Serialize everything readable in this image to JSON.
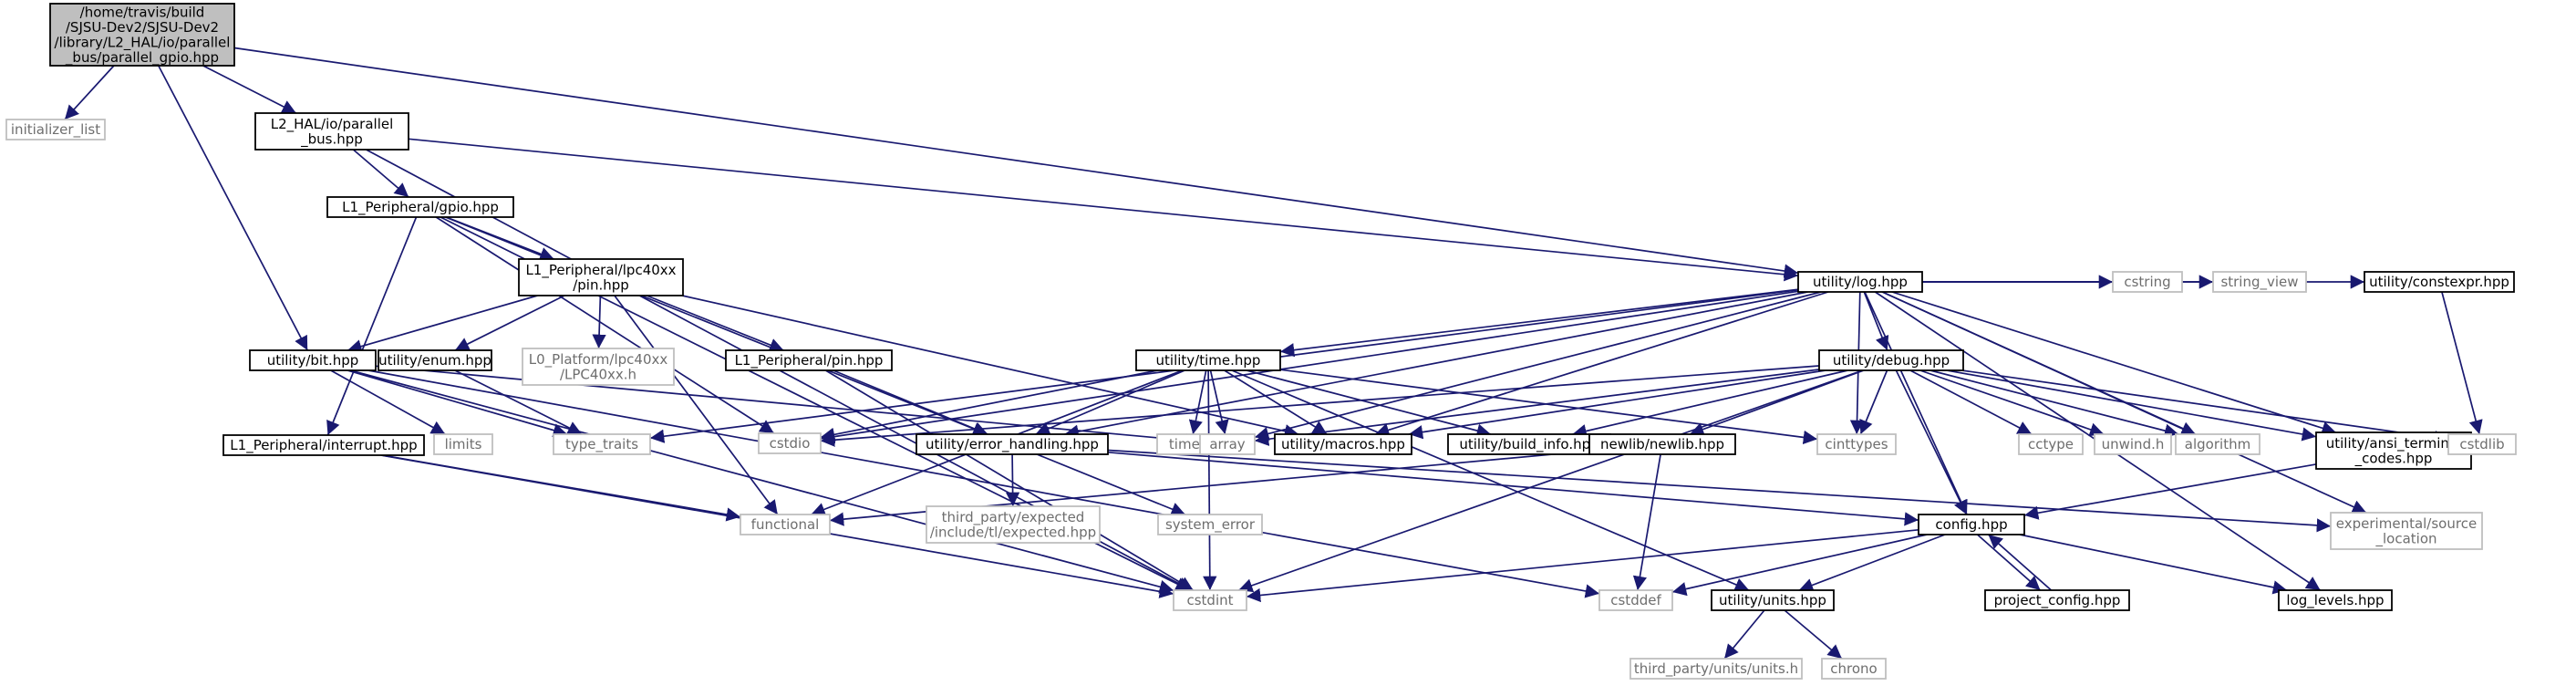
{
  "style": {
    "edge_color": "#191970",
    "node_border": "#000000",
    "ext_border": "#bfbfbf",
    "ext_text": "#6e6e6e",
    "root_fill": "#bfbfbf",
    "text_color": "#000000"
  },
  "nodes": {
    "root": {
      "lines": [
        "/home/travis/build",
        "/SJSU-Dev2/SJSU-Dev2",
        "/library/L2_HAL/io/parallel",
        "_bus/parallel_gpio.hpp"
      ],
      "kind": "root"
    },
    "init_list": {
      "lines": [
        "initializer_list"
      ],
      "kind": "ext"
    },
    "l2_bus": {
      "lines": [
        "L2_HAL/io/parallel",
        "_bus.hpp"
      ],
      "kind": "local"
    },
    "l1_gpio": {
      "lines": [
        "L1_Peripheral/gpio.hpp"
      ],
      "kind": "local"
    },
    "lpc_pin": {
      "lines": [
        "L1_Peripheral/lpc40xx",
        "/pin.hpp"
      ],
      "kind": "local"
    },
    "bit": {
      "lines": [
        "utility/bit.hpp"
      ],
      "kind": "local"
    },
    "enum": {
      "lines": [
        "utility/enum.hpp"
      ],
      "kind": "local"
    },
    "lpc40xx_h": {
      "lines": [
        "L0_Platform/lpc40xx",
        "/LPC40xx.h"
      ],
      "kind": "ext"
    },
    "l1_pin": {
      "lines": [
        "L1_Peripheral/pin.hpp"
      ],
      "kind": "local"
    },
    "interrupt": {
      "lines": [
        "L1_Peripheral/interrupt.hpp"
      ],
      "kind": "local"
    },
    "limits": {
      "lines": [
        "limits"
      ],
      "kind": "ext"
    },
    "type_traits": {
      "lines": [
        "type_traits"
      ],
      "kind": "ext"
    },
    "cstdio": {
      "lines": [
        "cstdio"
      ],
      "kind": "ext"
    },
    "time_hpp": {
      "lines": [
        "utility/time.hpp"
      ],
      "kind": "local"
    },
    "time_h": {
      "lines": [
        "time.h"
      ],
      "kind": "ext"
    },
    "array": {
      "lines": [
        "array"
      ],
      "kind": "ext"
    },
    "macros": {
      "lines": [
        "utility/macros.hpp"
      ],
      "kind": "local"
    },
    "build_info": {
      "lines": [
        "utility/build_info.hpp"
      ],
      "kind": "local"
    },
    "error_handling": {
      "lines": [
        "utility/error_handling.hpp"
      ],
      "kind": "local"
    },
    "functional": {
      "lines": [
        "functional"
      ],
      "kind": "ext"
    },
    "expected": {
      "lines": [
        "third_party/expected",
        "/include/tl/expected.hpp"
      ],
      "kind": "ext"
    },
    "system_error": {
      "lines": [
        "system_error"
      ],
      "kind": "ext"
    },
    "cstdint": {
      "lines": [
        "cstdint"
      ],
      "kind": "ext"
    },
    "log": {
      "lines": [
        "utility/log.hpp"
      ],
      "kind": "local"
    },
    "debug": {
      "lines": [
        "utility/debug.hpp"
      ],
      "kind": "local"
    },
    "newlib": {
      "lines": [
        "newlib/newlib.hpp"
      ],
      "kind": "local"
    },
    "cinttypes": {
      "lines": [
        "cinttypes"
      ],
      "kind": "ext"
    },
    "cctype": {
      "lines": [
        "cctype"
      ],
      "kind": "ext"
    },
    "unwind": {
      "lines": [
        "unwind.h"
      ],
      "kind": "ext"
    },
    "algorithm": {
      "lines": [
        "algorithm"
      ],
      "kind": "ext"
    },
    "ansi": {
      "lines": [
        "utility/ansi_terminal",
        "_codes.hpp"
      ],
      "kind": "local"
    },
    "cstdlib": {
      "lines": [
        "cstdlib"
      ],
      "kind": "ext"
    },
    "cstring": {
      "lines": [
        "cstring"
      ],
      "kind": "ext"
    },
    "string_view": {
      "lines": [
        "string_view"
      ],
      "kind": "ext"
    },
    "constexpr": {
      "lines": [
        "utility/constexpr.hpp"
      ],
      "kind": "local"
    },
    "config": {
      "lines": [
        "config.hpp"
      ],
      "kind": "local"
    },
    "project_config": {
      "lines": [
        "project_config.hpp"
      ],
      "kind": "local"
    },
    "cstddef": {
      "lines": [
        "cstddef"
      ],
      "kind": "ext"
    },
    "units": {
      "lines": [
        "utility/units.hpp"
      ],
      "kind": "local"
    },
    "units_h": {
      "lines": [
        "third_party/units/units.h"
      ],
      "kind": "ext"
    },
    "chrono": {
      "lines": [
        "chrono"
      ],
      "kind": "ext"
    },
    "exp_source": {
      "lines": [
        "experimental/source",
        "_location"
      ],
      "kind": "ext"
    },
    "log_levels": {
      "lines": [
        "log_levels.hpp"
      ],
      "kind": "local"
    }
  },
  "edges": [
    [
      "root",
      "init_list"
    ],
    [
      "root",
      "l2_bus"
    ],
    [
      "root",
      "bit"
    ],
    [
      "root",
      "log"
    ],
    [
      "l2_bus",
      "l1_gpio"
    ],
    [
      "l2_bus",
      "log"
    ],
    [
      "l2_bus",
      "cstdint"
    ],
    [
      "l1_gpio",
      "lpc_pin"
    ],
    [
      "l1_gpio",
      "interrupt"
    ],
    [
      "l1_gpio",
      "error_handling"
    ],
    [
      "l1_gpio",
      "cstdint"
    ],
    [
      "l1_gpio",
      "cstdio"
    ],
    [
      "lpc_pin",
      "bit"
    ],
    [
      "lpc_pin",
      "enum"
    ],
    [
      "lpc_pin",
      "lpc40xx_h"
    ],
    [
      "lpc_pin",
      "l1_pin"
    ],
    [
      "lpc_pin",
      "macros"
    ],
    [
      "lpc_pin",
      "functional"
    ],
    [
      "bit",
      "limits"
    ],
    [
      "bit",
      "type_traits"
    ],
    [
      "bit",
      "cstdint"
    ],
    [
      "bit",
      "cstddef"
    ],
    [
      "bit",
      "array"
    ],
    [
      "enum",
      "type_traits"
    ],
    [
      "l1_pin",
      "error_handling"
    ],
    [
      "l1_pin",
      "cstdint"
    ],
    [
      "interrupt",
      "functional"
    ],
    [
      "interrupt",
      "cstdint"
    ],
    [
      "time_hpp",
      "time_h"
    ],
    [
      "time_hpp",
      "array"
    ],
    [
      "time_hpp",
      "macros"
    ],
    [
      "time_hpp",
      "build_info"
    ],
    [
      "time_hpp",
      "error_handling"
    ],
    [
      "time_hpp",
      "cstdint"
    ],
    [
      "time_hpp",
      "functional"
    ],
    [
      "time_hpp",
      "cstdio"
    ],
    [
      "time_hpp",
      "units"
    ],
    [
      "time_hpp",
      "cinttypes"
    ],
    [
      "error_handling",
      "expected"
    ],
    [
      "error_handling",
      "system_error"
    ],
    [
      "error_handling",
      "config"
    ],
    [
      "error_handling",
      "exp_source"
    ],
    [
      "log",
      "time_hpp"
    ],
    [
      "log",
      "debug"
    ],
    [
      "log",
      "type_traits"
    ],
    [
      "log",
      "cstdio"
    ],
    [
      "log",
      "array"
    ],
    [
      "log",
      "macros"
    ],
    [
      "log",
      "error_handling"
    ],
    [
      "log",
      "cinttypes"
    ],
    [
      "log",
      "cstring"
    ],
    [
      "log",
      "string_view"
    ],
    [
      "log",
      "constexpr"
    ],
    [
      "log",
      "ansi"
    ],
    [
      "log",
      "algorithm"
    ],
    [
      "log",
      "config"
    ],
    [
      "log",
      "exp_source"
    ],
    [
      "log",
      "log_levels"
    ],
    [
      "debug",
      "cstdio"
    ],
    [
      "debug",
      "array"
    ],
    [
      "debug",
      "macros"
    ],
    [
      "debug",
      "build_info"
    ],
    [
      "debug",
      "newlib"
    ],
    [
      "debug",
      "cinttypes"
    ],
    [
      "debug",
      "cctype"
    ],
    [
      "debug",
      "unwind"
    ],
    [
      "debug",
      "algorithm"
    ],
    [
      "debug",
      "ansi"
    ],
    [
      "debug",
      "cstdlib"
    ],
    [
      "debug",
      "config"
    ],
    [
      "debug",
      "cstdint"
    ],
    [
      "newlib",
      "functional"
    ],
    [
      "newlib",
      "cstddef"
    ],
    [
      "ansi",
      "config"
    ],
    [
      "constexpr",
      "cstdlib"
    ],
    [
      "config",
      "project_config"
    ],
    [
      "config",
      "cstdint"
    ],
    [
      "config",
      "cstddef"
    ],
    [
      "config",
      "units"
    ],
    [
      "config",
      "log_levels"
    ],
    [
      "project_config",
      "config"
    ],
    [
      "units",
      "units_h"
    ],
    [
      "units",
      "chrono"
    ]
  ]
}
